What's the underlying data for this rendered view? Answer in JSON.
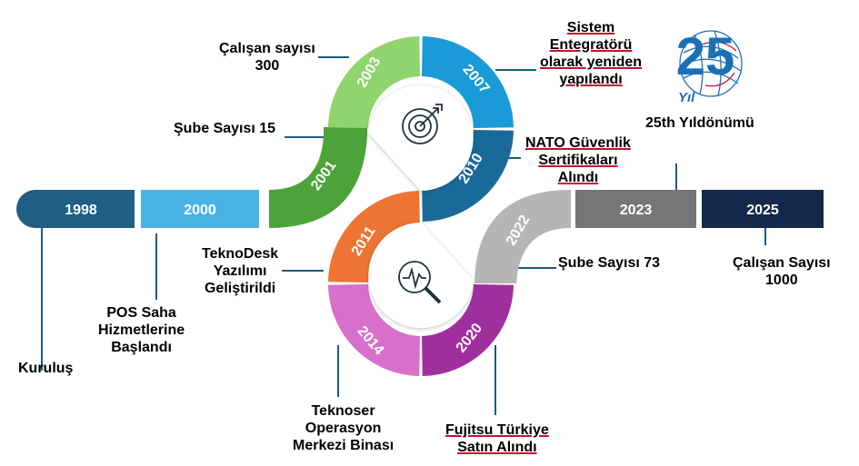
{
  "timeline": {
    "bar_years": [
      {
        "year": "1998",
        "color": "#1f5f86"
      },
      {
        "year": "2000",
        "color": "#4ab3e6"
      },
      {
        "year": "2023",
        "color": "#767676"
      },
      {
        "year": "2025",
        "color": "#14284b"
      }
    ],
    "arc_years": [
      {
        "year": "2001",
        "color": "#4ca33a"
      },
      {
        "year": "2003",
        "color": "#8fd46c"
      },
      {
        "year": "2007",
        "color": "#1a9ad6"
      },
      {
        "year": "2010",
        "color": "#1a6a99"
      },
      {
        "year": "2011",
        "color": "#ee7433"
      },
      {
        "year": "2014",
        "color": "#d86fcb"
      },
      {
        "year": "2020",
        "color": "#a02f9e"
      },
      {
        "year": "2022",
        "color": "#b5b5b5"
      }
    ]
  },
  "milestones": {
    "1998": [
      "Kuruluş"
    ],
    "2000": [
      "POS Saha",
      "Hizmetlerine",
      "Başlandı"
    ],
    "2001": [
      "Şube Sayısı 15"
    ],
    "2003": [
      "Çalışan sayısı",
      "300"
    ],
    "2007": [
      "Sistem",
      "Entegratörü",
      "olarak yeniden",
      "yapılandı"
    ],
    "2010": [
      "NATO Güvenlik",
      "Sertifikaları",
      "Alındı"
    ],
    "2011": [
      "TeknoDesk",
      "Yazılımı",
      "Geliştirildi"
    ],
    "2014": [
      "Teknoser",
      "Operasyon",
      "Merkezi Binası"
    ],
    "2020": [
      "Fujitsu Türkiye",
      "Satın Alındı"
    ],
    "2022": [
      "Şube Sayısı 73"
    ],
    "2023": [
      "25th Yıldönümü"
    ],
    "2025": [
      "Çalışan Sayısı",
      "1000"
    ]
  },
  "anniversary_logo": {
    "number": "25",
    "word": "Yıl",
    "color": "#1a6fb5"
  },
  "icons": {
    "top": "target-arrow-icon",
    "bottom": "magnifier-pulse-icon"
  }
}
